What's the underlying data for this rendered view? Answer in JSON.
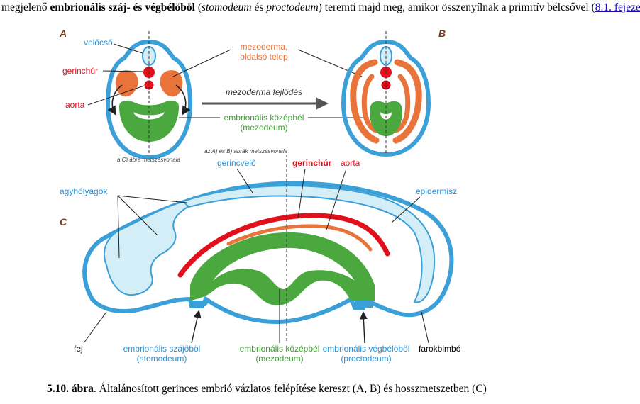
{
  "intro": {
    "part1": "megjelenő ",
    "part2_bold": "embrionális száj- és végbélöböl",
    "part3": " (",
    "part4_italic": "stomodeum",
    "part5": " és ",
    "part6_italic": "proctodeum",
    "part7": ") teremti majd meg, amikor összenyílnak a primitív bélcsővel (",
    "link": "8.1. fejezet",
    "part8": ")."
  },
  "figure": {
    "panel_a": "A",
    "panel_b": "B",
    "panel_c": "C",
    "velocso": "velőcső",
    "gerinchur": "gerinchúr",
    "aorta": "aorta",
    "mezoderma_1": "mezoderma,",
    "mezoderma_2": "oldalsó telep",
    "mezoderma_fejlodes": "mezoderma fejlődés",
    "kozepbel_1": "embrionális középbél",
    "kozepbel_2": "(mezodeum)",
    "metszesvonal_c": "a C) ábra metszésvonala",
    "metszesvonal_ab": "az A) és B) ábrák metszésvonala",
    "gerincvelo": "gerincvelő",
    "gerinchur_c": "gerinchúr",
    "aorta_c": "aorta",
    "agyholyagok": "agyhólyagok",
    "epidermisz": "epidermisz",
    "fej": "fej",
    "szajobol_1": "embrionális szájöböl",
    "szajobol_2": "(stomodeum)",
    "kozepbel_c1": "embrionális középbél",
    "kozepbel_c2": "(mezodeum)",
    "vegbelobol_1": "embrionális végbélöböl",
    "vegbelobol_2": "(proctodeum)",
    "farokbimbo": "farokbimbó"
  },
  "caption": {
    "label": "5.10. ábra",
    "text": ". Általánosított gerinces embrió vázlatos felépítése kereszt (A, B) és hosszmetszetben (C)"
  },
  "colors": {
    "epidermis_blue": "#3b9fd8",
    "neural_light": "#d4eef8",
    "notochord_red": "#e2101b",
    "mesoderm_orange": "#e8743b",
    "gut_green": "#4aa83f",
    "label_blue": "#2a8fd0",
    "label_orange": "#e8743b",
    "label_red": "#e2101b",
    "label_green": "#3f9a34"
  }
}
